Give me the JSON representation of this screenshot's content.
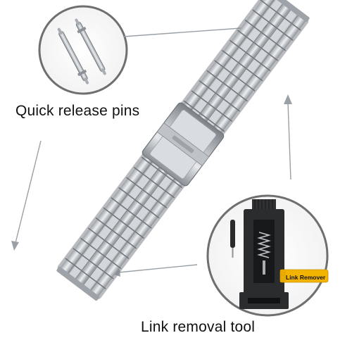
{
  "captions": {
    "pins": "Quick release pins",
    "tool": "Link removal tool",
    "tool_label": "Link Remover"
  },
  "colors": {
    "steel_light": "#e4e6e9",
    "steel_mid": "#b9bdc2",
    "steel_dark": "#858a90",
    "tool_body": "#2b2c2e",
    "label_yellow": "#f2b400",
    "arrow": "#9aa0a6"
  },
  "icons": {
    "arrow": "arrow-icon"
  }
}
